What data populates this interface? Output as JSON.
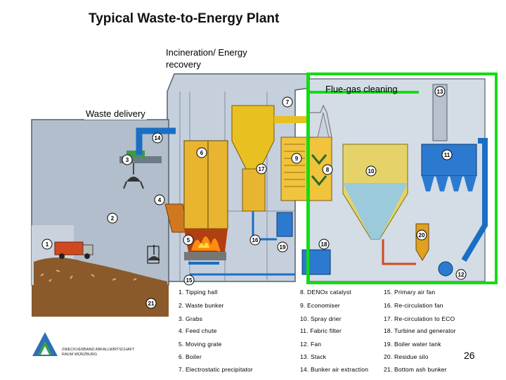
{
  "title": "Typical Waste-to-Energy Plant",
  "labels": {
    "incineration": [
      "Incineration/ Energy",
      "recovery"
    ],
    "flue_gas": "Flue-gas cleaning",
    "waste_delivery": "Waste delivery"
  },
  "markers": [
    "1",
    "2",
    "3",
    "4",
    "5",
    "6",
    "7",
    "8",
    "9",
    "10",
    "11",
    "12",
    "13",
    "14",
    "15",
    "16",
    "17",
    "18",
    "19",
    "20",
    "21"
  ],
  "legend": [
    [
      "1. Tipping hall",
      "8. DENOx catalyst",
      "15. Primary air fan"
    ],
    [
      "2. Waste bunker",
      "9. Economiser",
      "16. Re-circulation fan"
    ],
    [
      "3. Grabs",
      "10. Spray drier",
      "17. Re-circulation to ECO"
    ],
    [
      "4. Feed chute",
      "11. Fabric filter",
      "18. Turbine and generator"
    ],
    [
      "5. Moving grate",
      "12. Fan",
      "19. Boiler water tank"
    ],
    [
      "6. Boiler",
      "13. Stack",
      "20. Residue silo"
    ],
    [
      "7. Electrostatic precipitator",
      "14. Bunker air extraction",
      "21. Bottom ash bunker"
    ]
  ],
  "logo": {
    "line1": "ZWECKVERBAND ABFALLWIRTSCHAFT",
    "line2": "RAUM WÜRZBURG"
  },
  "page_number": "26",
  "colors": {
    "highlight_box": "#11dd11",
    "process_blue": "#1a6fc4",
    "building_gray": "#a6b4c4",
    "duct_yellow": "#e8c020",
    "fire_orange": "#f07010",
    "equipment_orange": "#e8a020"
  }
}
